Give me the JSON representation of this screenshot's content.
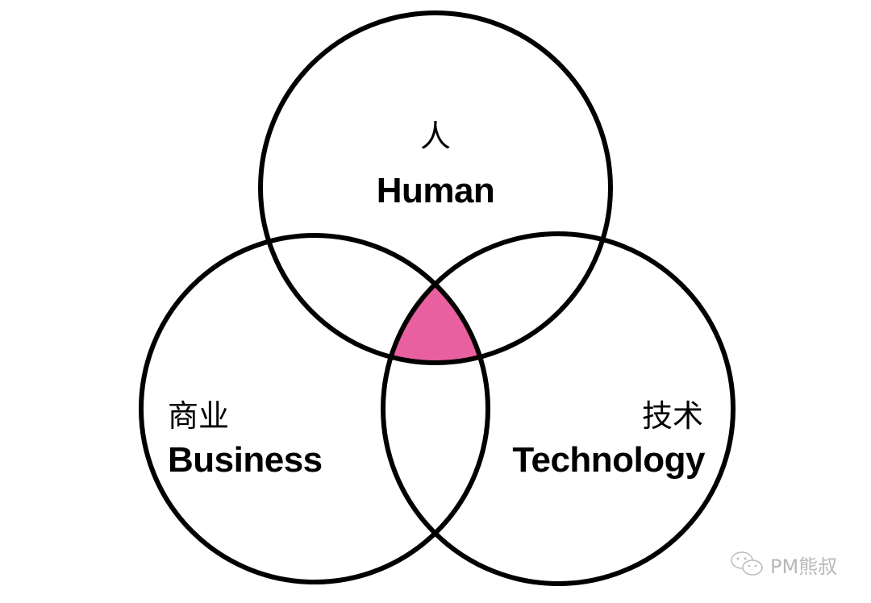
{
  "colors": {
    "stroke": "#000000",
    "center": "#e8609f",
    "watermark": "#b8b8b8"
  },
  "sets": [
    {
      "id": "human",
      "zh": "人",
      "en": "Human"
    },
    {
      "id": "business",
      "zh": "商业",
      "en": "Business"
    },
    {
      "id": "technology",
      "zh": "技术",
      "en": "Technology"
    }
  ],
  "watermark": {
    "icon": "wechat-icon",
    "text": "PM熊叔"
  }
}
